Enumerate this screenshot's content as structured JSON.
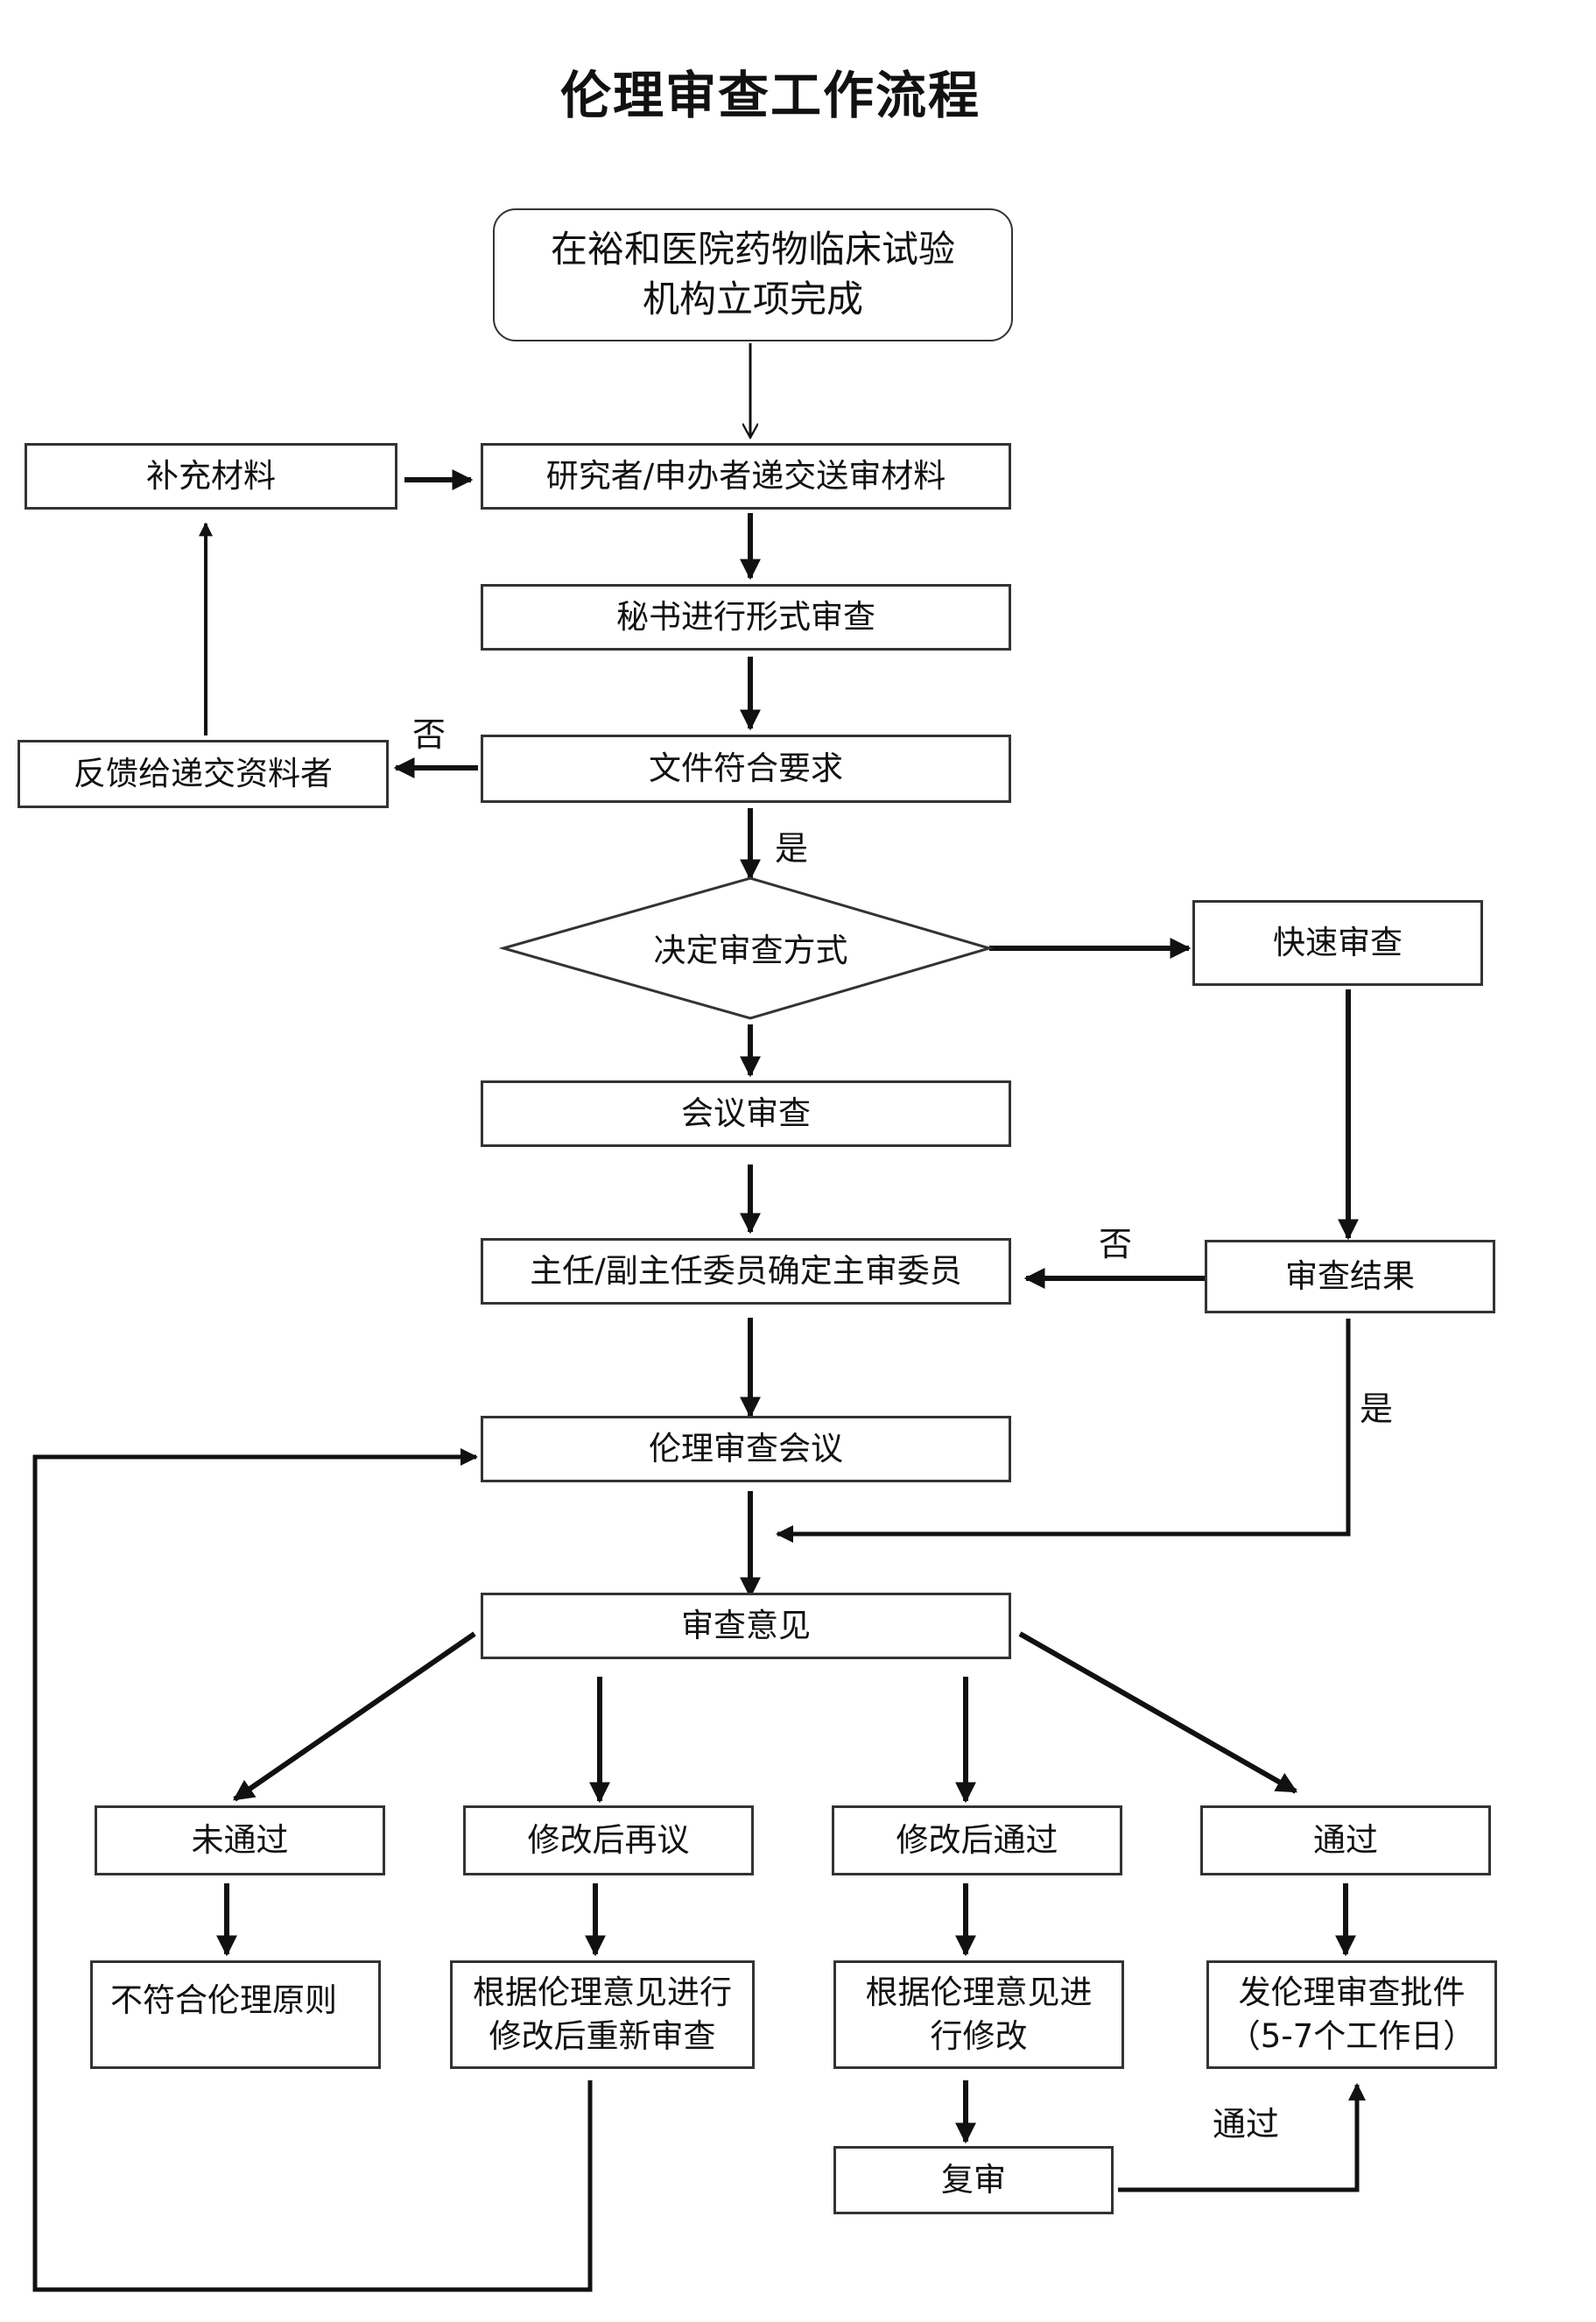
{
  "title": "伦理审查工作流程",
  "nodes": {
    "start_line1": "在裕和医院药物临床试验",
    "start_line2": "机构立项完成",
    "submit": "研究者/申办者递交送审材料",
    "supplement": "补充材料",
    "formal_review": "秘书进行形式审查",
    "feedback": "反馈给递交资料者",
    "doc_check": "文件符合要求",
    "decide_method": "决定审查方式",
    "fast_review": "快速审查",
    "meeting_review": "会议审查",
    "assign_reviewer": "主任/副主任委员确定主审委员",
    "review_result": "审查结果",
    "ethics_meeting": "伦理审查会议",
    "opinion": "审查意见",
    "not_pass": "未通过",
    "modify_rediscuss": "修改后再议",
    "modify_pass": "修改后通过",
    "pass": "通过",
    "not_comply": "不符合伦理原则",
    "revise_recheck_line1": "根据伦理意见进行",
    "revise_recheck_line2": "修改后重新审查",
    "revise_line1": "根据伦理意见进",
    "revise_line2": "行修改",
    "issue_line1": "发伦理审查批件",
    "issue_line2": "（5-7个工作日）",
    "re_review": "复审"
  },
  "labels": {
    "no_1": "否",
    "yes_1": "是",
    "no_2": "否",
    "yes_2": "是",
    "pass_label": "通过"
  }
}
